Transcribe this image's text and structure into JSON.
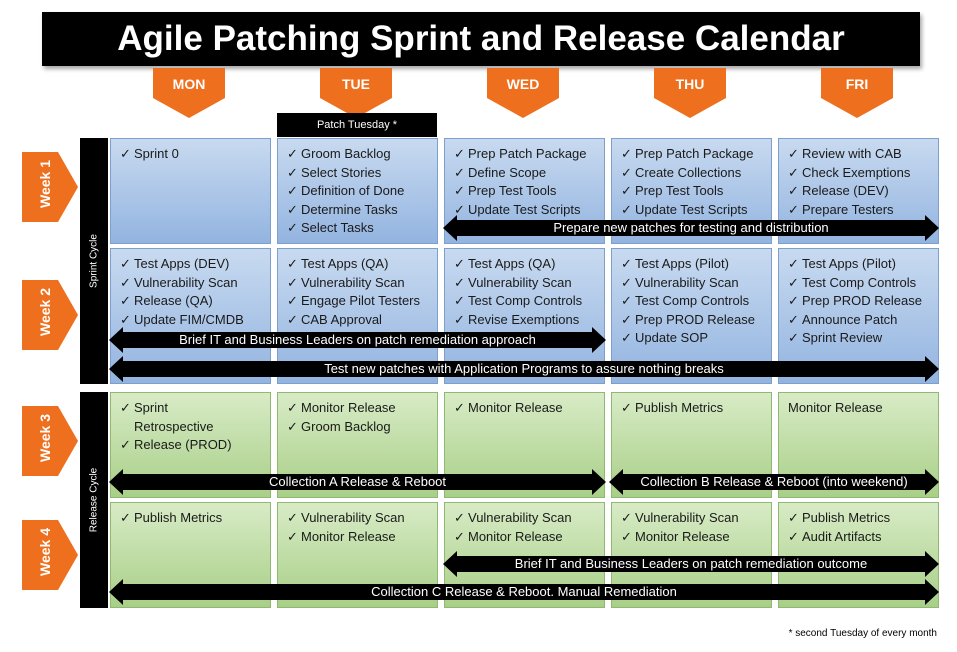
{
  "title": "Agile Patching Sprint and Release Calendar",
  "colors": {
    "orange": "#ee6f1d",
    "blue_cell": "#a9c4e8",
    "green_cell": "#b9dba0",
    "black": "#000000"
  },
  "days": [
    "MON",
    "TUE",
    "WED",
    "THU",
    "FRI"
  ],
  "patch_tuesday_label": "Patch Tuesday *",
  "weeks": [
    "Week 1",
    "Week 2",
    "Week 3",
    "Week 4"
  ],
  "cycles": {
    "sprint": "Sprint Cycle",
    "release": "Release Cycle"
  },
  "grid": [
    [
      [
        "Sprint 0"
      ],
      [
        "Groom Backlog",
        "Select Stories",
        "Definition of Done",
        "Determine Tasks",
        "Select Tasks"
      ],
      [
        "Prep Patch Package",
        "Define Scope",
        "Prep Test Tools",
        "Update Test Scripts"
      ],
      [
        "Prep Patch Package",
        "Create Collections",
        "Prep Test Tools",
        "Update Test Scripts"
      ],
      [
        "Review with CAB",
        "Check Exemptions",
        "Release (DEV)",
        "Prepare Testers"
      ]
    ],
    [
      [
        "Test Apps (DEV)",
        "Vulnerability Scan",
        "Release (QA)",
        "Update FIM/CMDB"
      ],
      [
        "Test Apps (QA)",
        "Vulnerability Scan",
        "Engage Pilot Testers",
        "CAB Approval"
      ],
      [
        "Test Apps (QA)",
        "Vulnerability Scan",
        "Test Comp Controls",
        "Revise Exemptions"
      ],
      [
        "Test Apps (Pilot)",
        "Vulnerability Scan",
        "Test Comp Controls",
        "Prep PROD Release",
        "Update SOP"
      ],
      [
        "Test Apps (Pilot)",
        "Test Comp Controls",
        "Prep PROD Release",
        "Announce Patch",
        "Sprint Review"
      ]
    ],
    [
      [
        "Sprint",
        "Retrospective",
        "Release (PROD)"
      ],
      [
        "Monitor Release",
        "Groom Backlog"
      ],
      [
        "Monitor Release"
      ],
      [
        "Publish Metrics"
      ],
      [
        "Monitor Release"
      ]
    ],
    [
      [
        "Publish Metrics"
      ],
      [
        "Vulnerability Scan",
        "Monitor Release"
      ],
      [
        "Vulnerability Scan",
        "Monitor Release"
      ],
      [
        "Vulnerability Scan",
        "Monitor Release"
      ],
      [
        "Publish Metrics",
        "Audit Artifacts"
      ]
    ]
  ],
  "arrows": [
    "Prepare new patches for testing and distribution",
    "Brief IT and Business Leaders on patch remediation approach",
    "Test new patches with Application Programs to assure nothing breaks",
    "Collection A Release & Reboot",
    "Collection B Release & Reboot (into weekend)",
    "Brief IT and Business Leaders on patch remediation outcome",
    "Collection C Release & Reboot.  Manual Remediation"
  ],
  "footnote": "* second Tuesday of every month"
}
